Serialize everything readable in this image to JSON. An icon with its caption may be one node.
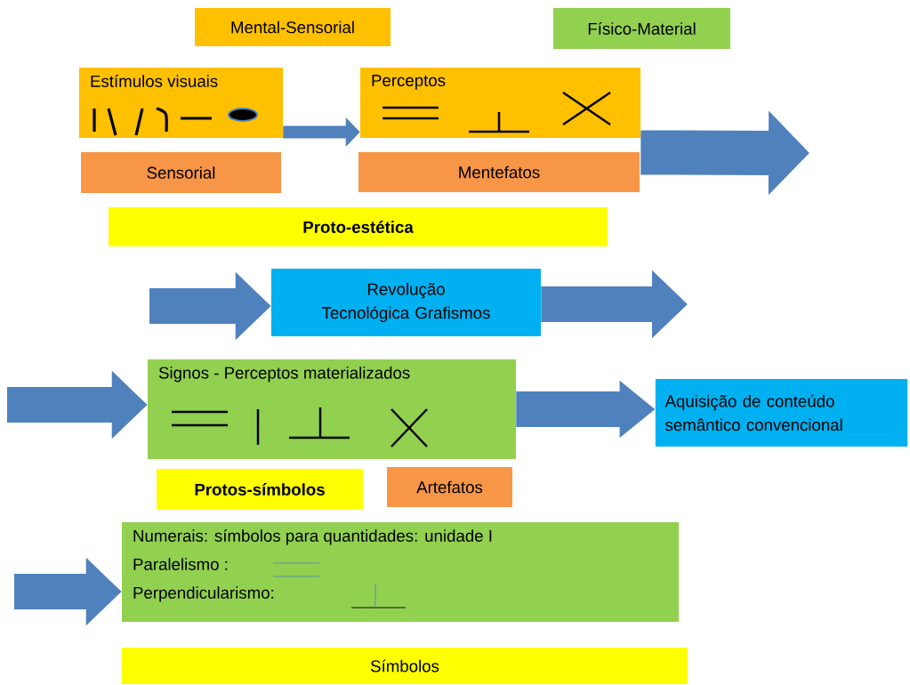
{
  "diagram": {
    "nodes": [
      {
        "text": [
          "Mental-Sensorial"
        ]
      },
      {
        "text": [
          "Físico-Material"
        ]
      },
      {
        "text": [
          "Estímulos visuais"
        ]
      },
      {
        "text": [
          "Perceptos"
        ]
      },
      {
        "text": [
          "Sensorial"
        ]
      },
      {
        "text": [
          "Mentefatos"
        ]
      },
      {
        "text": [
          "Proto-estética"
        ]
      },
      {
        "text": [
          "Revolução Tecnológica Grafismos"
        ]
      },
      {
        "text": [
          "Signos - Perceptos materializados"
        ]
      },
      {
        "text": [
          "Aquisição de conteúdo semântico convencional"
        ]
      },
      {
        "text": [
          "Protos-símbolos"
        ]
      },
      {
        "text": [
          "Artefatos"
        ]
      },
      {
        "text": [
          "Numerais: símbolos para quantidades: unidade  I",
          "Paralelismo :",
          "Perpendicularismo:"
        ]
      },
      {
        "text": [
          "Símbolos"
        ]
      }
    ],
    "edges": [
      {
        "from": 2,
        "to": 3,
        "arrow": "to"
      },
      {
        "from": 3,
        "to": null,
        "arrow": "to"
      },
      {
        "from": null,
        "to": 7,
        "arrow": "to"
      },
      {
        "from": 7,
        "to": null,
        "arrow": "to"
      },
      {
        "from": null,
        "to": 8,
        "arrow": "to"
      },
      {
        "from": 8,
        "to": 9,
        "arrow": "to"
      },
      {
        "from": null,
        "to": 12,
        "arrow": "to"
      }
    ]
  }
}
